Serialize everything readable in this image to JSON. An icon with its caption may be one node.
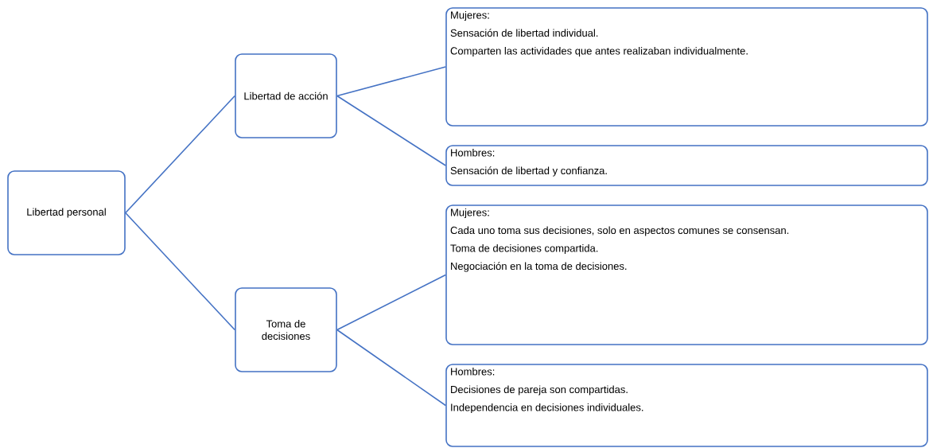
{
  "diagram": {
    "nodes": [
      {
        "text": [
          "Libertad personal"
        ]
      },
      {
        "text": [
          "Libertad de acción"
        ]
      },
      {
        "text": [
          "Toma de decisiones"
        ]
      },
      {
        "text": [
          "Mujeres:",
          "Sensación de libertad individual.",
          "Comparten las actividades que antes realizaban individualmente."
        ]
      },
      {
        "text": [
          "Hombres:",
          "Sensación de libertad y confianza."
        ]
      },
      {
        "text": [
          "Mujeres:",
          "Cada uno toma sus decisiones, solo en aspectos comunes se consensan.",
          "Toma de decisiones compartida.",
          "Negociación en la toma de decisiones."
        ]
      },
      {
        "text": [
          "Hombres:",
          "Decisiones de pareja son compartidas.",
          "Independencia en decisiones individuales."
        ]
      }
    ],
    "edges": [
      {
        "from": 0,
        "to": 1,
        "arrow": "none"
      },
      {
        "from": 0,
        "to": 2,
        "arrow": "none"
      },
      {
        "from": 1,
        "to": 3,
        "arrow": "none"
      },
      {
        "from": 1,
        "to": 4,
        "arrow": "none"
      },
      {
        "from": 2,
        "to": 5,
        "arrow": "none"
      },
      {
        "from": 2,
        "to": 6,
        "arrow": "none"
      }
    ]
  }
}
